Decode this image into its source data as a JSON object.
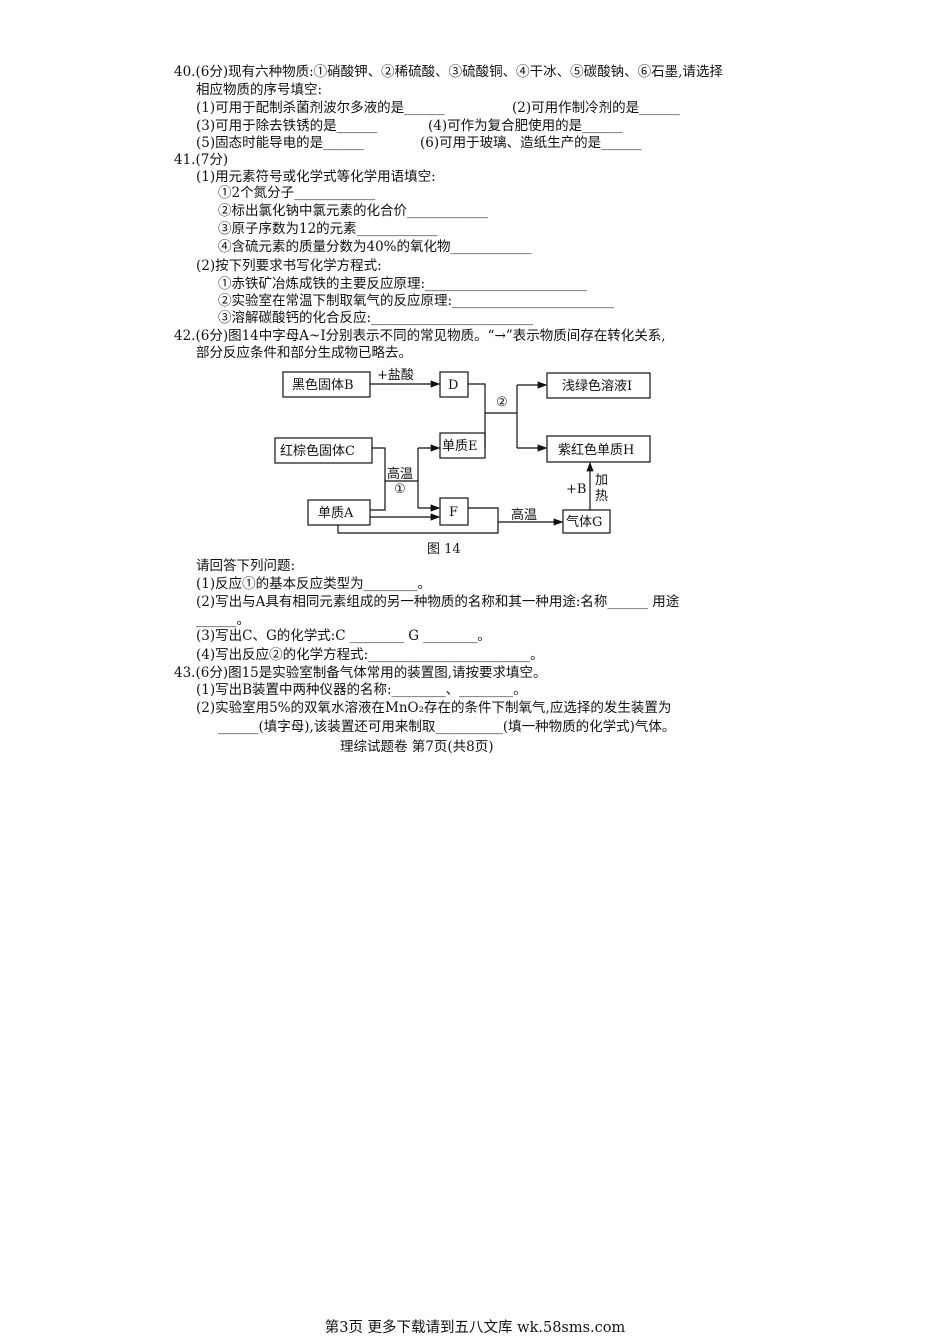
{
  "q40": {
    "title": "40.(6分)现有六种物质:①硝酸钾、②稀硫酸、③硫酸铜、④干冰、⑤碳酸钠、⑥石墨,请选择",
    "title2": "相应物质的序号填空:",
    "l1a": "(1)可用于配制杀菌剂波尔多液的是______",
    "l1b": "(2)可用作制冷剂的是______",
    "l2a": "(3)可用于除去铁锈的是______",
    "l2b": "(4)可作为复合肥使用的是______",
    "l3a": "(5)固态时能导电的是______",
    "l3b": "(6)可用于玻璃、造纸生产的是______"
  },
  "q41": {
    "title": "41.(7分)",
    "p1": "(1)用元素符号或化学式等化学用语填空:",
    "a1": "①2个氮分子____________",
    "a2": "②标出氯化钠中氯元素的化合价____________",
    "a3": "③原子序数为12的元素____________",
    "a4": "④含硫元素的质量分数为40%的氧化物____________",
    "p2": "(2)按下列要求书写化学方程式:",
    "b1": "①赤铁矿冶炼成铁的主要反应原理:________________________",
    "b2": "②实验室在常温下制取氧气的反应原理:________________________",
    "b3": "③溶解碳酸钙的化合反应:________________________"
  },
  "q42": {
    "title": "42.(6分)图14中字母A~I分别表示不同的常见物质。“→”表示物质间存在转化关系,",
    "title2": "部分反应条件和部分生成物已略去。",
    "diagram": {
      "B": "黑色固体B",
      "D": "D",
      "I": "浅绿色溶液I",
      "C": "红棕色固体C",
      "E": "单质E",
      "H": "紫红色单质H",
      "A": "单质A",
      "F": "F",
      "G": "气体G",
      "hcl": "+盐酸",
      "gw1": "高温",
      "r1": "①",
      "r2": "②",
      "gw2": "高温",
      "plusB": "+B",
      "heat1": "加",
      "heat2": "热",
      "caption": "图 14"
    },
    "ask": "请回答下列问题:",
    "s1": "(1)反应①的基本反应类型为________。",
    "s2": "(2)写出与A具有相同元素组成的另一种物质的名称和其一种用途:名称______   用途",
    "s2b": "______。",
    "s3": "(3)写出C、G的化学式:C ________    G ________。",
    "s4": "(4)写出反应②的化学方程式:________________________。"
  },
  "q43": {
    "title": "43.(6分)图15是实验室制备气体常用的装置图,请按要求填空。",
    "s1": "(1)写出B装置中两种仪器的名称:________、________。",
    "s2": "(2)实验室用5%的双氧水溶液在MnO₂存在的条件下制氧气,应选择的发生装置为",
    "s2b": "______(填字母),该装置还可用来制取__________(填一种物质的化学式)气体。"
  },
  "page_footer": "理综试题卷   第7页(共8页)",
  "bottom_footer": "第3页 更多下载请到五八文库 wk.58sms.com"
}
